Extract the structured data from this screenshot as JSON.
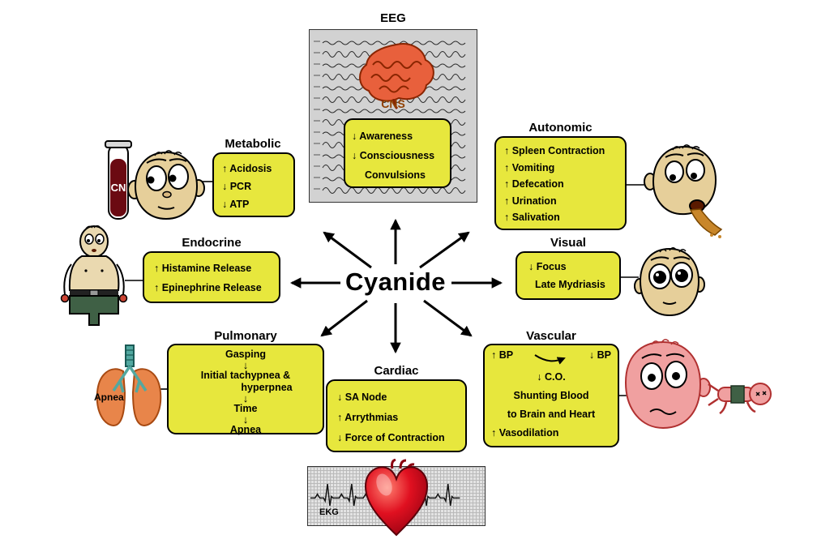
{
  "center": {
    "label": "Cyanide"
  },
  "cns": {
    "panel_title": "EEG",
    "region_label": "CNS",
    "items": [
      "↓ Awareness",
      "↓ Consciousness",
      "Convulsions"
    ]
  },
  "metabolic": {
    "title": "Metabolic",
    "items": [
      "↑ Acidosis",
      "↓ PCR",
      "↓ ATP"
    ]
  },
  "autonomic": {
    "title": "Autonomic",
    "items": [
      "↑ Spleen Contraction",
      "↑ Vomiting",
      "↑ Defecation",
      "↑ Urination",
      "↑ Salivation"
    ]
  },
  "endocrine": {
    "title": "Endocrine",
    "items": [
      "↑ Histamine Release",
      "↑ Epinephrine Release"
    ]
  },
  "visual": {
    "title": "Visual",
    "items": [
      "↓ Focus",
      "Late Mydriasis"
    ]
  },
  "pulmonary": {
    "title": "Pulmonary",
    "flow": [
      "Gasping",
      "↓",
      "Initial tachypnea &",
      "hyperpnea",
      "↓",
      "Time",
      "↓",
      "Apnea"
    ]
  },
  "cardiac": {
    "title": "Cardiac",
    "items": [
      "↓ SA Node",
      "↑ Arrythmias",
      "↓ Force of Contraction"
    ]
  },
  "vascular": {
    "title": "Vascular",
    "bp_left": "↑ BP",
    "bp_right": "↓ BP",
    "co": "↓ C.O.",
    "lines": [
      "Shunting Blood",
      "to Brain and Heart",
      "↑ Vasodilation"
    ]
  },
  "labels": {
    "cn_tube": "CN",
    "apnea": "Apnea",
    "ekg": "EKG"
  },
  "colors": {
    "box_fill": "#e7e73d",
    "box_border": "#000000",
    "cns_label": "#8f3f00",
    "heart_red": "#c00015"
  }
}
